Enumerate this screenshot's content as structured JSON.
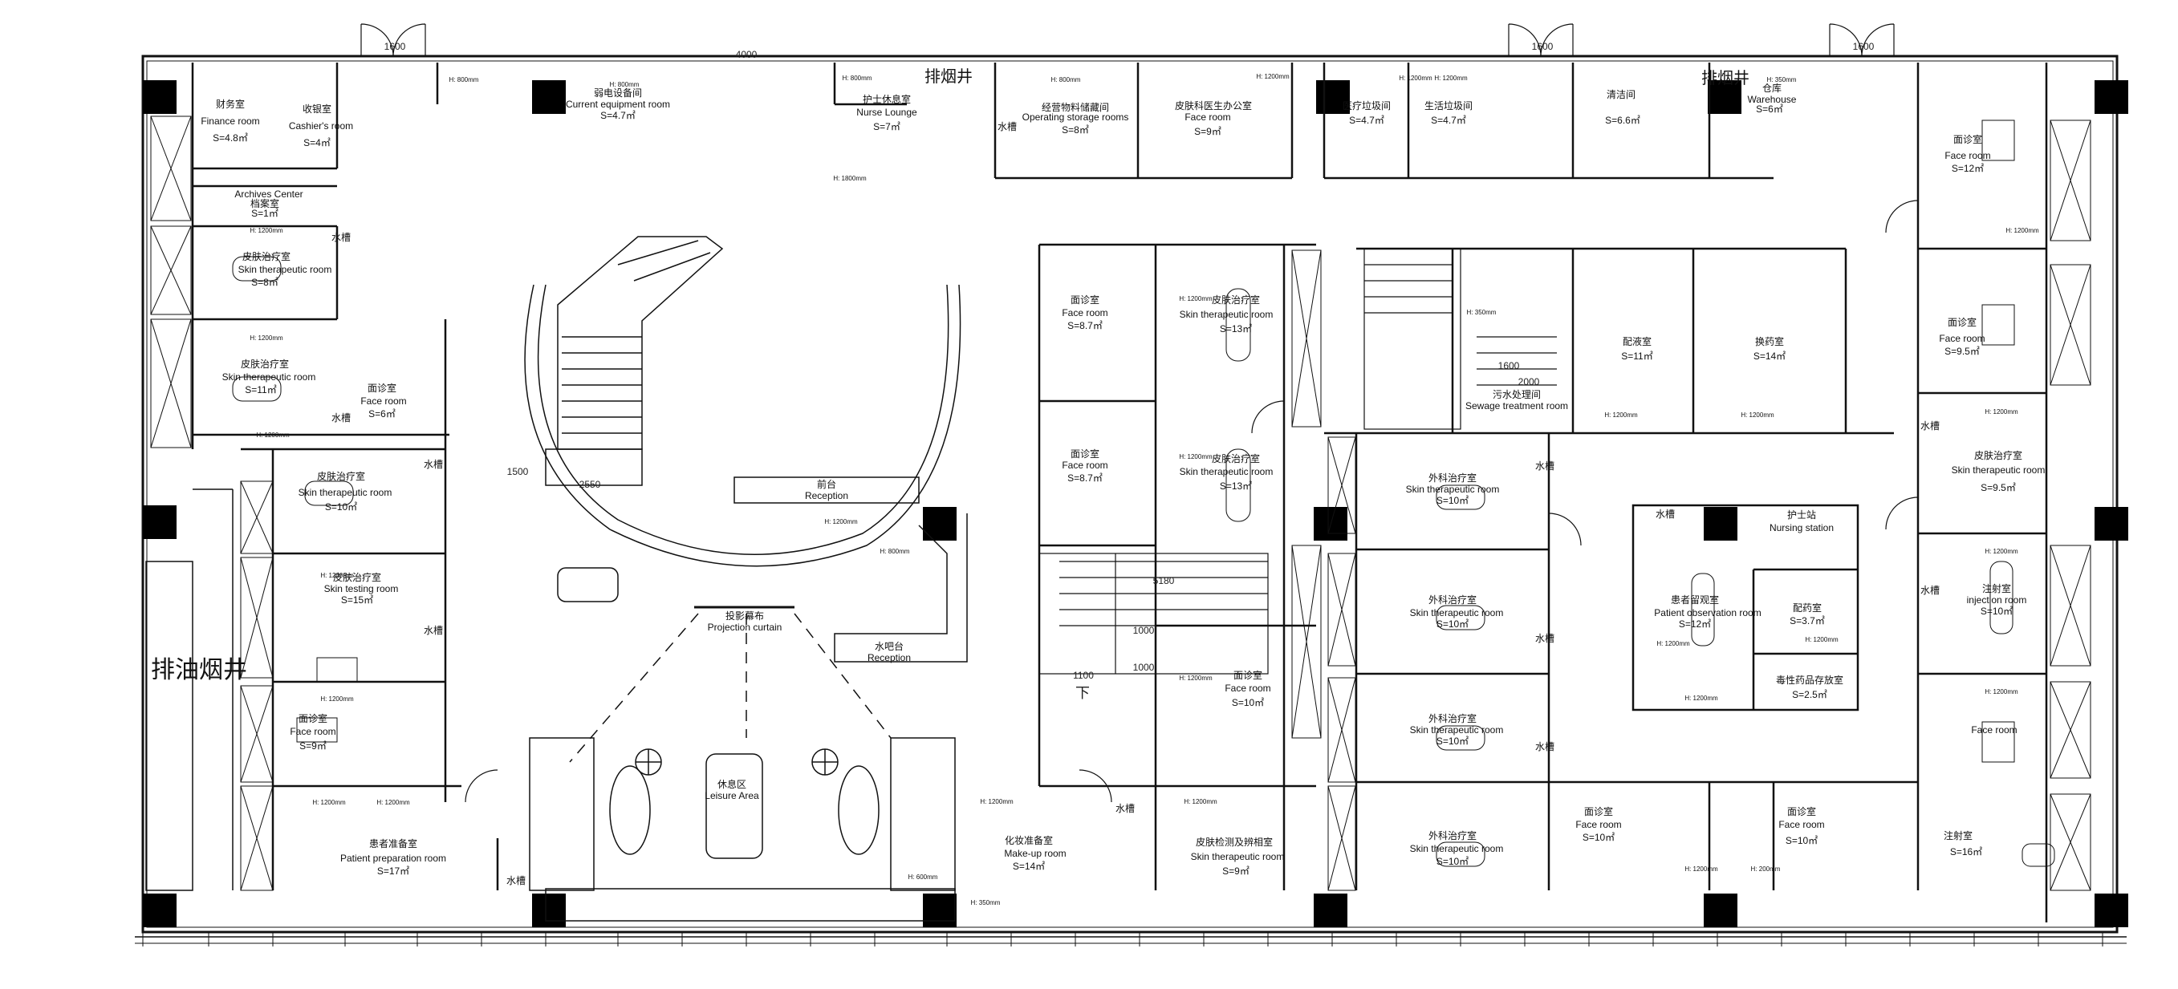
{
  "plan": {
    "dimensions": {
      "top_total": "4000",
      "d1": "1600",
      "d2": "1600",
      "d3": "1600",
      "stair_w": "2550",
      "stair_h": "1500",
      "e1": "5180",
      "e2": "1000",
      "e3": "1000",
      "e4": "1100",
      "e5": "1600",
      "e6": "2000"
    },
    "light_labels": {
      "h800": "H: 800mm",
      "h1200": "H: 1200mm",
      "h350": "H: 350mm",
      "h1800": "H: 1800mm",
      "h200": "H: 200mm",
      "h600": "H: 600mm"
    },
    "down_mark": "下",
    "exhaust_big": "排油烟井",
    "exhaust_small_1": "排烟井",
    "exhaust_small_2": "排烟井",
    "water_sink": "水槽",
    "rooms": [
      {
        "cn": "财务室",
        "en": "Finance room",
        "area": "S=4.8㎡"
      },
      {
        "cn": "收银室",
        "en": "Cashier's room",
        "area": "S=4㎡"
      },
      {
        "cn": "弱电设备间",
        "en": "Current equipment room",
        "area": "S=4.7㎡"
      },
      {
        "cn": "档案室",
        "en": "Archives Center",
        "area": "S=1㎡"
      },
      {
        "cn": "皮肤治疗室",
        "en": "Skin therapeutic room",
        "area": "S=8㎡"
      },
      {
        "cn": "皮肤治疗室",
        "en": "Skin therapeutic room",
        "area": "S=11㎡"
      },
      {
        "cn": "面诊室",
        "en": "Face room",
        "area": "S=6㎡"
      },
      {
        "cn": "皮肤治疗室",
        "en": "Skin therapeutic room",
        "area": "S=10㎡"
      },
      {
        "cn": "皮肤治疗室",
        "en": "Skin testing room",
        "area": "S=15㎡"
      },
      {
        "cn": "面诊室",
        "en": "Face room",
        "area": "S=9㎡"
      },
      {
        "cn": "患者准备室",
        "en": "Patient preparation room",
        "area": "S=17㎡"
      },
      {
        "cn": "护士休息室",
        "en": "Nurse Lounge",
        "area": "S=7㎡"
      },
      {
        "cn": "经营物料储藏间",
        "en": "Operating storage rooms",
        "area": "S=8㎡"
      },
      {
        "cn": "皮肤科医生办公室",
        "en": "Face room",
        "area": "S=9㎡"
      },
      {
        "cn": "医疗垃圾间",
        "en": "",
        "area": "S=4.7㎡"
      },
      {
        "cn": "生活垃圾间",
        "en": "",
        "area": "S=4.7㎡"
      },
      {
        "cn": "清洁间",
        "en": "",
        "area": "S=6.6㎡"
      },
      {
        "cn": "仓库",
        "en": "Warehouse",
        "area": "S=6㎡"
      },
      {
        "cn": "面诊室",
        "en": "Face room",
        "area": "S=12㎡"
      },
      {
        "cn": "前台",
        "en": "Reception",
        "area": ""
      },
      {
        "cn": "投影幕布",
        "en": "Projection curtain",
        "area": ""
      },
      {
        "cn": "水吧台",
        "en": "Reception",
        "area": ""
      },
      {
        "cn": "休息区",
        "en": "Leisure Area",
        "area": ""
      },
      {
        "cn": "化妆准备室",
        "en": "Make-up room",
        "area": "S=14㎡"
      },
      {
        "cn": "面诊室",
        "en": "Face room",
        "area": "S=8.7㎡"
      },
      {
        "cn": "皮肤治疗室",
        "en": "Skin therapeutic room",
        "area": "S=13㎡"
      },
      {
        "cn": "面诊室",
        "en": "Face room",
        "area": "S=8.7㎡"
      },
      {
        "cn": "皮肤治疗室",
        "en": "Skin therapeutic room",
        "area": "S=13㎡"
      },
      {
        "cn": "面诊室",
        "en": "Face room",
        "area": "S=10㎡"
      },
      {
        "cn": "皮肤检测及辨相室",
        "en": "Skin therapeutic room",
        "area": "S=9㎡"
      },
      {
        "cn": "污水处理间",
        "en": "Sewage treatment room",
        "area": ""
      },
      {
        "cn": "配液室",
        "en": "",
        "area": "S=11㎡"
      },
      {
        "cn": "换药室",
        "en": "",
        "area": "S=14㎡"
      },
      {
        "cn": "外科治疗室",
        "en": "Skin therapeutic room",
        "area": "S=10㎡"
      },
      {
        "cn": "外科治疗室",
        "en": "Skin therapeutic room",
        "area": "S=10㎡"
      },
      {
        "cn": "外科治疗室",
        "en": "Skin therapeutic room",
        "area": "S=10㎡"
      },
      {
        "cn": "外科治疗室",
        "en": "Skin therapeutic room",
        "area": "S=10㎡"
      },
      {
        "cn": "护士站",
        "en": "Nursing station",
        "area": ""
      },
      {
        "cn": "患者留观室",
        "en": "Patient observation room",
        "area": "S=12㎡"
      },
      {
        "cn": "配药室",
        "en": "",
        "area": "S=3.7㎡"
      },
      {
        "cn": "毒性药品存放室",
        "en": "",
        "area": "S=2.5㎡"
      },
      {
        "cn": "面诊室",
        "en": "Face room",
        "area": "S=10㎡"
      },
      {
        "cn": "面诊室",
        "en": "Face room",
        "area": "S=10㎡"
      },
      {
        "cn": "面诊室",
        "en": "Face room",
        "area": "S=9.5㎡"
      },
      {
        "cn": "皮肤治疗室",
        "en": "Skin therapeutic room",
        "area": "S=9.5㎡"
      },
      {
        "cn": "注射室",
        "en": "injection room",
        "area": "S=10㎡"
      },
      {
        "cn": "",
        "en": "Face room",
        "area": ""
      },
      {
        "cn": "注射室",
        "en": "",
        "area": "S=16㎡"
      }
    ]
  }
}
